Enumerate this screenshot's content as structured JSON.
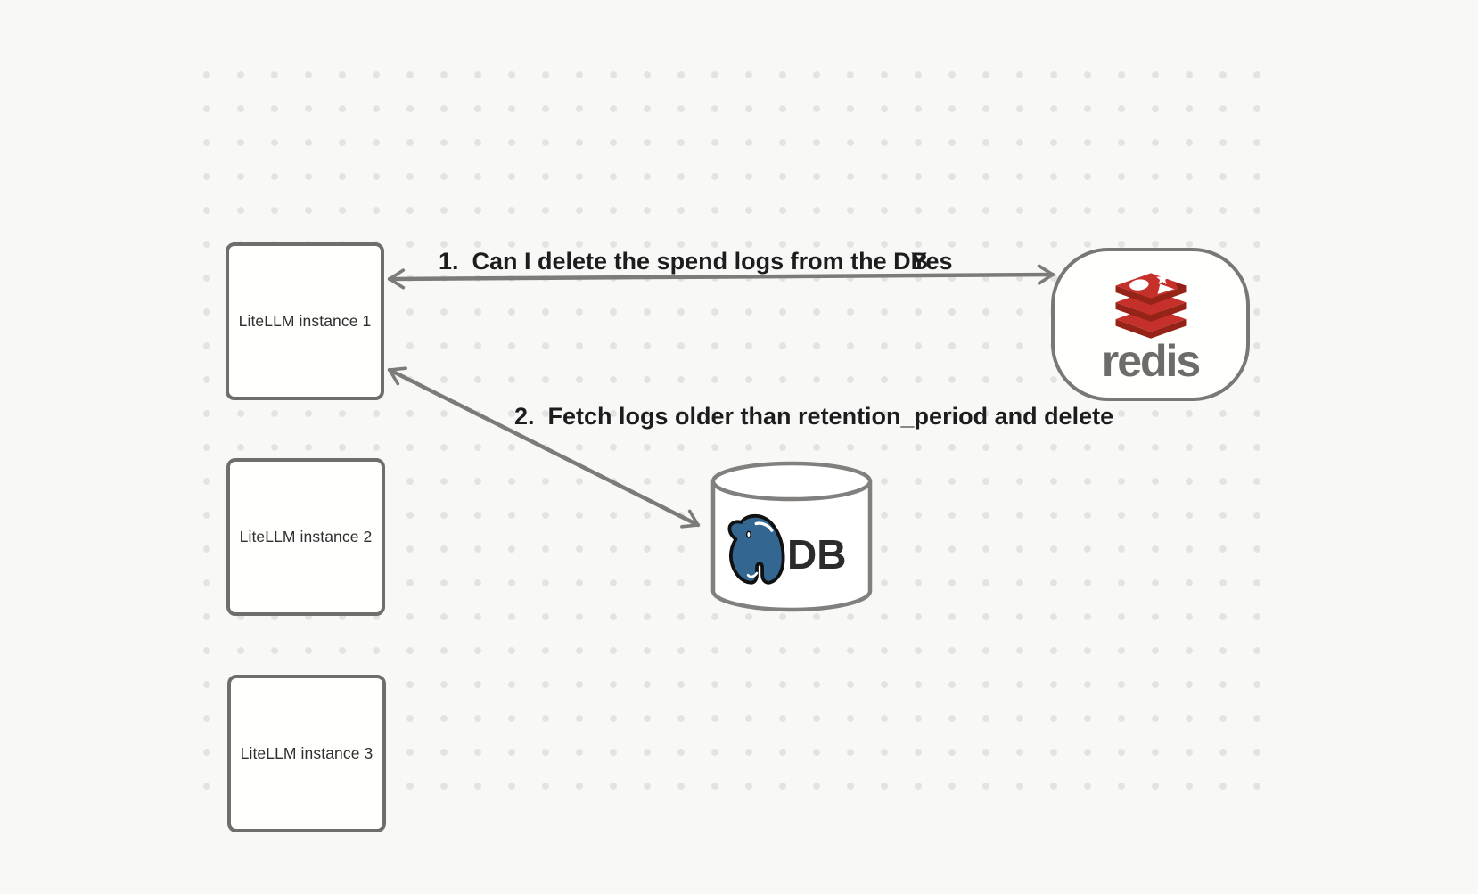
{
  "canvas": {
    "background": "#f8f8f7",
    "dot_color": "#e5e3e1"
  },
  "nodes": {
    "instances": [
      {
        "label": "LiteLLM instance 1"
      },
      {
        "label": "LiteLLM instance 2"
      },
      {
        "label": "LiteLLM instance 3"
      }
    ],
    "redis": {
      "label": "redis",
      "icon": "redis-stack-logo",
      "brand_red": "#c6302b",
      "brand_red_dark": "#962318",
      "wordmark_color": "#6e6c6a"
    },
    "db": {
      "label": "DB",
      "icon": "postgresql-elephant-logo",
      "brand_blue": "#336791"
    }
  },
  "edges": [
    {
      "label": "1.  Can I delete the spend logs from the DB",
      "response": "Yes",
      "from": "LiteLLM instance 1",
      "to": "redis",
      "arrowheads": "both"
    },
    {
      "label": "2.  Fetch logs older than retention_period and delete",
      "from": "LiteLLM instance 1",
      "to": "DB",
      "arrowheads": "both"
    }
  ],
  "style": {
    "arrow_color": "#7d7b79",
    "node_border_color": "#706e6b",
    "edge_label_color": "#1d1d1d",
    "node_label_color": "#2f2f2f"
  }
}
